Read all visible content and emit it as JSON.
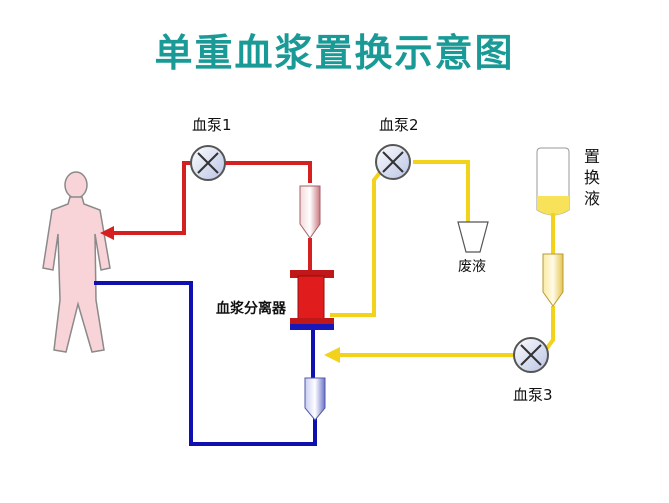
{
  "title": "单重血浆置换示意图",
  "labels": {
    "pump1": "血泵1",
    "pump2": "血泵2",
    "pump3": "血泵3",
    "waste": "废液",
    "separator": "血浆分离器",
    "replacement": "置换液"
  },
  "colors": {
    "title": "#1a9a96",
    "red_line": "#d42020",
    "blue_line": "#1010b0",
    "yellow_line": "#f2d21a",
    "pump_fill": "#dde4f4",
    "body_fill": "#f8d4d8"
  }
}
